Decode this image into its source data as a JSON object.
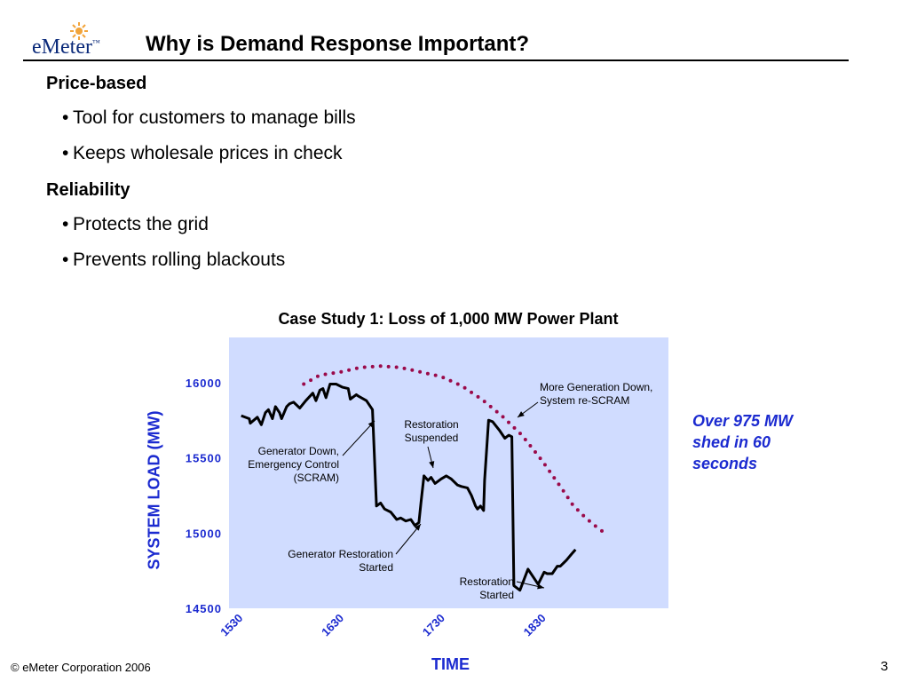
{
  "logo": {
    "text": "eMeter",
    "tm": "™"
  },
  "slide": {
    "title": "Why is Demand Response Important?"
  },
  "bullets": {
    "price_heading": "Price-based",
    "price_items": [
      "Tool for customers to manage bills",
      "Keeps wholesale prices in check"
    ],
    "reliability_heading": "Reliability",
    "reliability_items": [
      "Protects the grid",
      "Prevents rolling blackouts"
    ],
    "bullet_glyph": "•"
  },
  "side_note": "Over 975 MW shed in 60 seconds",
  "footer": {
    "copyright": "© eMeter Corporation 2006",
    "page": "3"
  },
  "colors": {
    "plot_bg": "#d0dcff",
    "axis_label": "#1c2bd0",
    "load_line": "#000000",
    "projection": "#9a0a4a",
    "logo": "#0b2a7a",
    "logo_sun": "#f2a43a"
  },
  "chart_data": {
    "type": "line",
    "title": "Case Study 1: Loss of 1,000 MW Power Plant",
    "xlabel": "TIME",
    "ylabel": "SYSTEM LOAD (MW)",
    "xlim": [
      1530,
      1965
    ],
    "ylim": [
      14500,
      16300
    ],
    "xticks": [
      1530,
      1630,
      1730,
      1830
    ],
    "yticks": [
      14500,
      15000,
      15500,
      16000
    ],
    "grid": false,
    "series": [
      {
        "style": "solid",
        "x": [
          1542,
          1550,
          1551,
          1558,
          1562,
          1566,
          1569,
          1573,
          1576,
          1580,
          1582,
          1587,
          1590,
          1594,
          1600,
          1606,
          1613,
          1616,
          1620,
          1623,
          1626,
          1630,
          1636,
          1642,
          1648,
          1650,
          1656,
          1658,
          1666,
          1672,
          1676,
          1680,
          1684,
          1690,
          1696,
          1700,
          1705,
          1710,
          1714,
          1718,
          1720,
          1723,
          1727,
          1730,
          1734,
          1740,
          1745,
          1750,
          1756,
          1760,
          1766,
          1770,
          1774,
          1776,
          1779,
          1782,
          1783,
          1787,
          1791,
          1798,
          1803,
          1807,
          1810,
          1812,
          1818,
          1826,
          1836,
          1842,
          1845,
          1850,
          1855,
          1858,
          1864,
          1869,
          1873
        ],
        "y": [
          15780,
          15760,
          15730,
          15770,
          15720,
          15800,
          15820,
          15760,
          15840,
          15800,
          15760,
          15840,
          15860,
          15870,
          15830,
          15880,
          15930,
          15880,
          15950,
          15960,
          15900,
          15990,
          15990,
          15970,
          15960,
          15890,
          15920,
          15910,
          15880,
          15820,
          15180,
          15200,
          15160,
          15140,
          15090,
          15100,
          15080,
          15090,
          15050,
          15070,
          15200,
          15380,
          15350,
          15370,
          15330,
          15360,
          15380,
          15360,
          15320,
          15310,
          15300,
          15250,
          15180,
          15160,
          15180,
          15150,
          15350,
          15750,
          15740,
          15680,
          15630,
          15650,
          15640,
          14650,
          14620,
          14760,
          14660,
          14740,
          14730,
          14730,
          14780,
          14780,
          14820,
          14860,
          14890
        ]
      },
      {
        "style": "dotted",
        "x": [
          1604,
          1620,
          1640,
          1660,
          1680,
          1700,
          1720,
          1740,
          1760,
          1780,
          1800,
          1820,
          1840,
          1860,
          1870,
          1880,
          1890,
          1900
        ],
        "y": [
          15990,
          16050,
          16070,
          16100,
          16110,
          16100,
          16070,
          16040,
          15980,
          15890,
          15780,
          15650,
          15480,
          15290,
          15190,
          15120,
          15060,
          15010
        ]
      }
    ],
    "annotations": [
      {
        "text": [
          "More Generation Down,",
          "System re-SCRAM"
        ],
        "x": 1785,
        "y": 15800,
        "align": "left"
      },
      {
        "text": [
          "Restoration",
          "Suspended"
        ],
        "x": 1724,
        "y": 15380,
        "align": "center"
      },
      {
        "text": [
          "Generator Down,",
          "Emergency Control",
          "(SCRAM)"
        ],
        "x": 1667,
        "y": 15850,
        "align": "right"
      },
      {
        "text": [
          "Generator Restoration",
          "Started"
        ],
        "x": 1726,
        "y": 15080,
        "align": "right"
      },
      {
        "text": [
          "Restoration",
          "Started"
        ],
        "x": 1812,
        "y": 14640,
        "align": "right"
      }
    ]
  }
}
